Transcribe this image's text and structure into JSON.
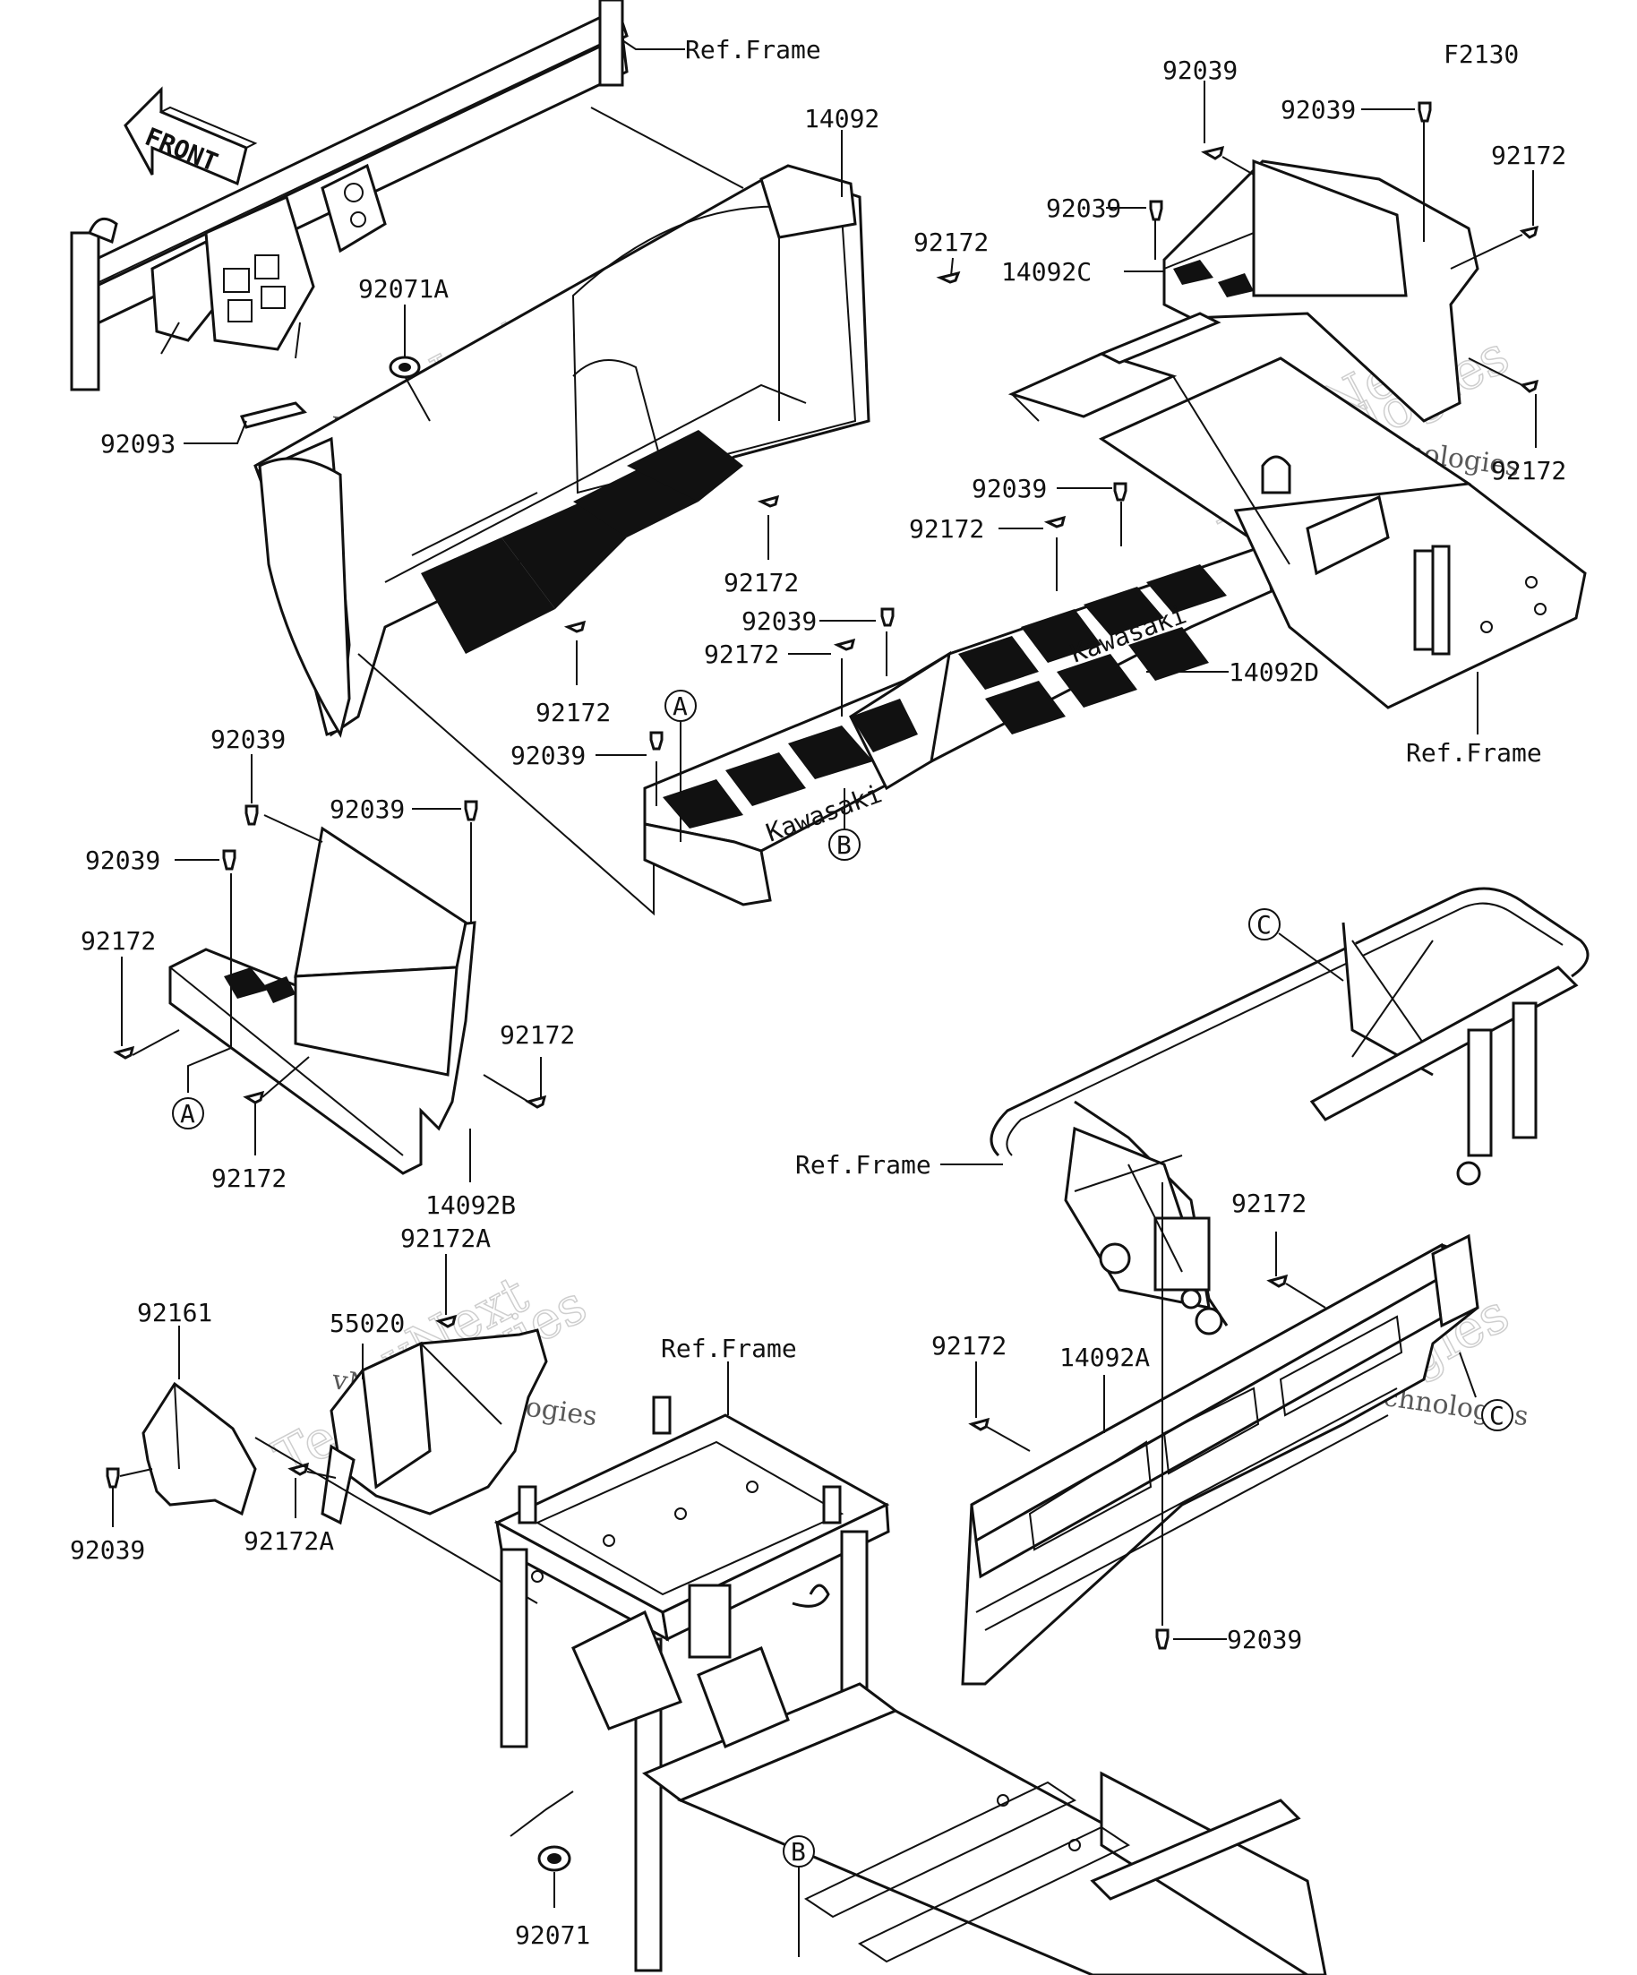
{
  "diagram_code": "F2130",
  "front_arrow_label": "FRONT",
  "ref_frame_label": "Ref.Frame",
  "callout_markers": {
    "a": "A",
    "b": "B",
    "c": "C"
  },
  "watermark": {
    "line1": "vNext Technologies",
    "ghost1": "vNext",
    "ghost2": "Technologies"
  },
  "parts": {
    "p14092": "14092",
    "p14092A": "14092A",
    "p14092B": "14092B",
    "p14092C": "14092C",
    "p14092D": "14092D",
    "p55020": "55020",
    "p92039": "92039",
    "p92071": "92071",
    "p92071A": "92071A",
    "p92093": "92093",
    "p92161": "92161",
    "p92172": "92172",
    "p92172A": "92172A"
  },
  "mat_brand": "Kawasaki"
}
